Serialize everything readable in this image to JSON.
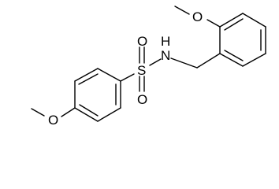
{
  "structure": {
    "atoms": {
      "sulfur": "S",
      "sulfonyl_oxygen_top": "O",
      "sulfonyl_oxygen_bottom": "O",
      "amine_nitrogen": "N",
      "amine_hydrogen": "H",
      "methoxy_oxygen_left": "O",
      "methoxy_oxygen_right": "O"
    }
  }
}
